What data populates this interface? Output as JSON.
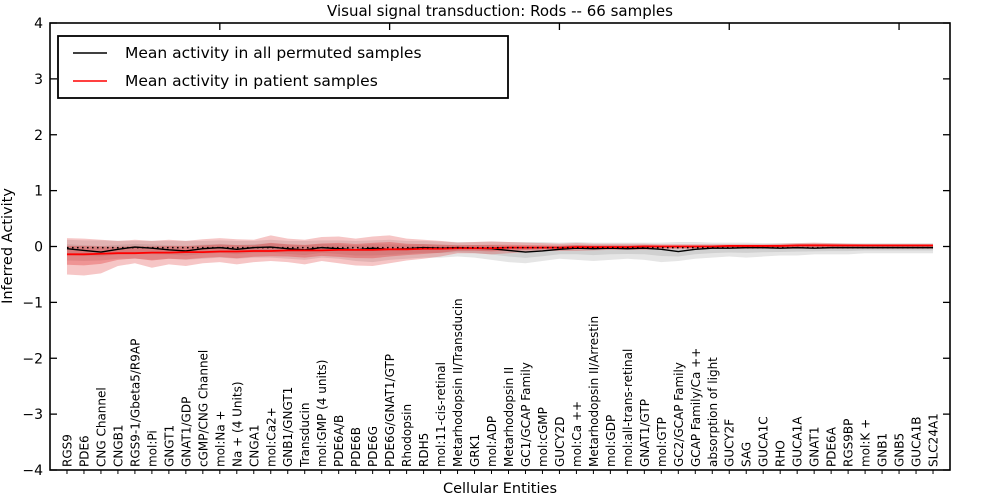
{
  "title": "Visual signal transduction: Rods -- 66 samples",
  "axes": {
    "xlabel": "Cellular Entities",
    "ylabel": "Inferred Activity",
    "ylim": [
      -4,
      4
    ],
    "ytick_step": 1,
    "xlim": [
      0,
      53
    ],
    "x_major_ticks": [
      10,
      20,
      30,
      40,
      50
    ],
    "grid": false
  },
  "legend": {
    "position": "upper-left",
    "entries": [
      {
        "label": "Mean activity in all permuted samples",
        "color": "#000000"
      },
      {
        "label": "Mean activity in patient samples",
        "color": "#ff0000"
      }
    ]
  },
  "colors": {
    "permuted_line": "#000000",
    "patient_line": "#ff0000",
    "permuted_band": "#000000",
    "patient_band": "#dd2222",
    "baseline_dotted": "#000000",
    "spine": "#000000"
  },
  "chart_data": {
    "type": "line",
    "title": "Visual signal transduction: Rods -- 66 samples",
    "xlabel": "Cellular Entities",
    "ylabel": "Inferred Activity",
    "ylim": [
      -4,
      4
    ],
    "legend_position": "upper-left",
    "grid": false,
    "categories": [
      "RGS9",
      "PDE6",
      "CNG Channel",
      "CNGB1",
      "RGS9-1/Gbeta5/R9AP",
      "mol:Pi",
      "GNGT1",
      "GNAT1/GDP",
      "cGMP/CNG Channel",
      "mol:Na +",
      "Na + (4 Units)",
      "CNGA1",
      "mol:Ca2+",
      "GNB1/GNGT1",
      "Transducin",
      "mol:GMP (4 units)",
      "PDE6A/B",
      "PDE6B",
      "PDE6G",
      "PDE6G/GNAT1/GTP",
      "Rhodopsin",
      "RDH5",
      "mol:11-cis-retinal",
      "Metarhodopsin II/Transducin",
      "GRK1",
      "mol:ADP",
      "Metarhodopsin II",
      "GC1/GCAP Family",
      "mol:cGMP",
      "GUCY2D",
      "mol:Ca ++",
      "Metarhodopsin II/Arrestin",
      "mol:GDP",
      "mol:all-trans-retinal",
      "GNAT1/GTP",
      "mol:GTP",
      "GC2/GCAP Family",
      "GCAP Family/Ca ++",
      "absorption of light",
      "GUCY2F",
      "SAG",
      "GUCA1C",
      "RHO",
      "GUCA1A",
      "GNAT1",
      "PDE6A",
      "RGS9BP",
      "mol:K +",
      "GNB1",
      "GNB5",
      "GUCA1B",
      "SLC24A1"
    ],
    "series": [
      {
        "name": "Mean activity in all permuted samples",
        "color": "#000000",
        "style": "solid",
        "values": [
          -0.04,
          -0.07,
          -0.1,
          -0.05,
          -0.01,
          -0.03,
          -0.06,
          -0.08,
          -0.04,
          -0.02,
          -0.05,
          -0.02,
          -0.01,
          -0.04,
          -0.06,
          -0.02,
          -0.04,
          -0.06,
          -0.03,
          -0.05,
          -0.04,
          -0.02,
          -0.03,
          -0.02,
          -0.03,
          -0.04,
          -0.07,
          -0.1,
          -0.08,
          -0.05,
          -0.03,
          -0.04,
          -0.03,
          -0.04,
          -0.03,
          -0.05,
          -0.09,
          -0.05,
          -0.03,
          -0.03,
          -0.02,
          -0.02,
          -0.03,
          -0.02,
          -0.03,
          -0.02,
          -0.02,
          -0.02,
          -0.02,
          -0.02,
          -0.02,
          -0.02
        ]
      },
      {
        "name": "Mean activity in patient samples",
        "color": "#ff0000",
        "style": "solid",
        "values": [
          -0.14,
          -0.14,
          -0.13,
          -0.12,
          -0.12,
          -0.11,
          -0.11,
          -0.1,
          -0.1,
          -0.09,
          -0.09,
          -0.08,
          -0.08,
          -0.07,
          -0.07,
          -0.07,
          -0.06,
          -0.06,
          -0.06,
          -0.05,
          -0.05,
          -0.04,
          -0.04,
          -0.03,
          -0.03,
          -0.03,
          -0.02,
          -0.02,
          -0.02,
          -0.02,
          -0.01,
          -0.01,
          -0.01,
          -0.01,
          0.0,
          0.0,
          0.0,
          0.0,
          0.0,
          0.01,
          0.01,
          0.01,
          0.01,
          0.02,
          0.02,
          0.02,
          0.02,
          0.02,
          0.02,
          0.02,
          0.02,
          0.02
        ]
      },
      {
        "name": "permutation-baseline",
        "color": "#000000",
        "style": "dotted",
        "constant_value": -0.02
      }
    ],
    "bands": [
      {
        "name": "permuted-samples-band",
        "color": "#000000",
        "upper": [
          0.12,
          0.11,
          0.11,
          0.1,
          0.1,
          0.1,
          0.1,
          0.1,
          0.1,
          0.11,
          0.1,
          0.1,
          0.12,
          0.1,
          0.1,
          0.11,
          0.11,
          0.1,
          0.11,
          0.12,
          0.1,
          0.1,
          0.09,
          0.08,
          0.08,
          0.09,
          0.08,
          0.08,
          0.08,
          0.07,
          0.08,
          0.07,
          0.07,
          0.07,
          0.07,
          0.07,
          0.08,
          0.08,
          0.07,
          0.07,
          0.07,
          0.06,
          0.06,
          0.06,
          0.06,
          0.06,
          0.06,
          0.06,
          0.06,
          0.06,
          0.06,
          0.06
        ],
        "lower": [
          -0.25,
          -0.26,
          -0.25,
          -0.22,
          -0.22,
          -0.24,
          -0.22,
          -0.24,
          -0.22,
          -0.2,
          -0.22,
          -0.2,
          -0.2,
          -0.22,
          -0.24,
          -0.2,
          -0.22,
          -0.26,
          -0.28,
          -0.24,
          -0.22,
          -0.2,
          -0.2,
          -0.18,
          -0.2,
          -0.24,
          -0.28,
          -0.3,
          -0.26,
          -0.22,
          -0.24,
          -0.26,
          -0.24,
          -0.22,
          -0.24,
          -0.28,
          -0.26,
          -0.22,
          -0.2,
          -0.18,
          -0.2,
          -0.18,
          -0.16,
          -0.16,
          -0.14,
          -0.14,
          -0.14,
          -0.12,
          -0.12,
          -0.12,
          -0.12,
          -0.12
        ]
      },
      {
        "name": "patient-samples-band",
        "color": "#dd2222",
        "upper": [
          0.15,
          0.14,
          0.12,
          0.1,
          0.12,
          0.1,
          0.12,
          0.1,
          0.13,
          0.15,
          0.13,
          0.12,
          0.2,
          0.14,
          0.12,
          0.17,
          0.18,
          0.14,
          0.18,
          0.2,
          0.14,
          0.12,
          0.1,
          0.07,
          0.08,
          0.09,
          0.08,
          0.07,
          0.06,
          0.05,
          0.06,
          0.05,
          0.05,
          0.05,
          0.05,
          0.04,
          0.04,
          0.04,
          0.04,
          0.04,
          0.04,
          0.04,
          0.05,
          0.06,
          0.07,
          0.06,
          0.05,
          0.04,
          0.04,
          0.04,
          0.04,
          0.04
        ],
        "lower": [
          -0.5,
          -0.52,
          -0.48,
          -0.35,
          -0.3,
          -0.38,
          -0.32,
          -0.35,
          -0.3,
          -0.28,
          -0.32,
          -0.28,
          -0.26,
          -0.28,
          -0.32,
          -0.26,
          -0.3,
          -0.34,
          -0.35,
          -0.3,
          -0.25,
          -0.22,
          -0.18,
          -0.12,
          -0.12,
          -0.14,
          -0.12,
          -0.1,
          -0.08,
          -0.08,
          -0.08,
          -0.07,
          -0.06,
          -0.06,
          -0.06,
          -0.05,
          -0.05,
          -0.05,
          -0.04,
          -0.04,
          -0.04,
          -0.04,
          -0.04,
          -0.04,
          -0.04,
          -0.04,
          -0.04,
          -0.04,
          -0.04,
          -0.04,
          -0.04,
          -0.04
        ]
      }
    ]
  }
}
